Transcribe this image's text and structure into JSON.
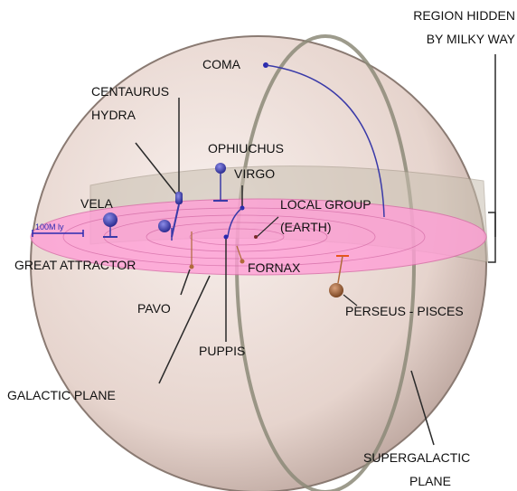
{
  "labels": {
    "region_hidden_line1": "REGION HIDDEN",
    "region_hidden_line2": "BY MILKY WAY",
    "coma": "COMA",
    "centaurus": "CENTAURUS",
    "hydra": "HYDRA",
    "ophiuchus": "OPHIUCHUS",
    "virgo": "VIRGO",
    "vela": "VELA",
    "local_group_line1": "LOCAL GROUP",
    "local_group_line2": "(EARTH)",
    "scale": "100M ly",
    "great_attractor": "GREAT ATTRACTOR",
    "fornax": "FORNAX",
    "perseus_pisces": "PERSEUS - PISCES",
    "pavo": "PAVO",
    "puppis": "PUPPIS",
    "galactic_plane": "GALACTIC PLANE",
    "supergalactic_line1": "SUPERGALACTIC",
    "supergalactic_line2": "PLANE"
  },
  "colors": {
    "sphere_fill": "#eadcd6",
    "sphere_edge": "#8a7a72",
    "galactic_plane_fill": "#ff9fd6",
    "supergalactic_plane": "#c8bfb0",
    "cluster_blue": "#3a3aa8",
    "cluster_brown": "#b06a3a",
    "leader_line": "#2a2a2a"
  }
}
